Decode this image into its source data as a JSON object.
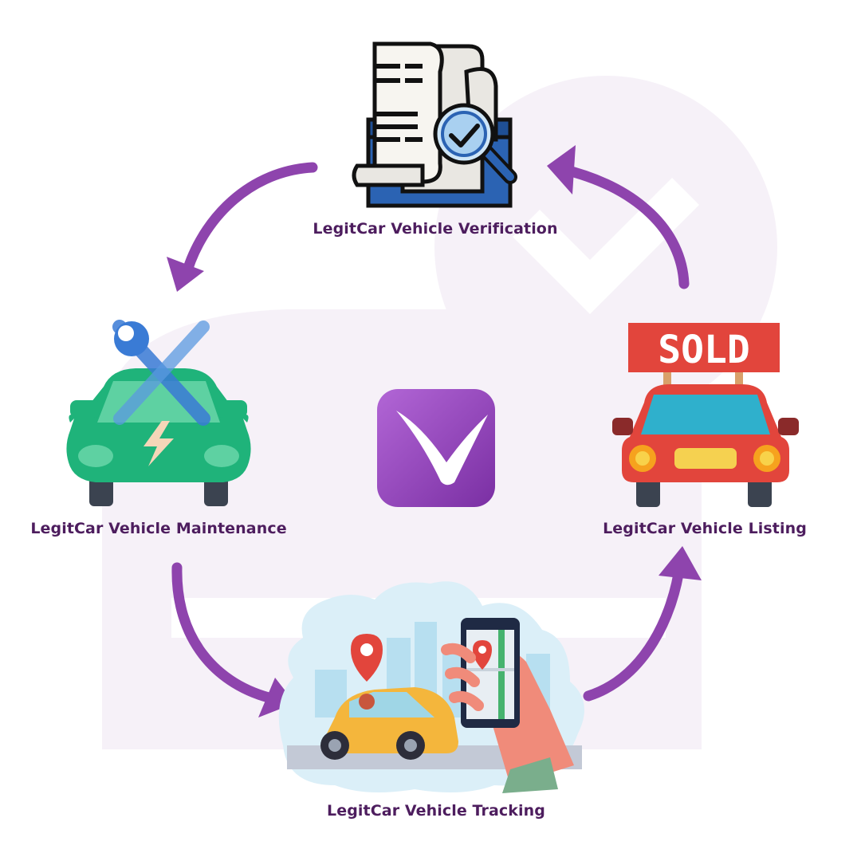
{
  "stages": {
    "verification": {
      "label": "LegitCar Vehicle Verification",
      "icon": "document-magnifier-check-icon"
    },
    "maintenance": {
      "label": "LegitCar Vehicle Maintenance",
      "icon": "car-wrench-icon"
    },
    "listing": {
      "label": "LegitCar Vehicle Listing",
      "icon": "car-sold-sign-icon"
    },
    "tracking": {
      "label": "LegitCar Vehicle Tracking",
      "icon": "phone-car-tracking-icon"
    }
  },
  "center": {
    "icon": "legitcar-check-logo-icon"
  },
  "sold_sign": {
    "text": "SOLD"
  },
  "colors": {
    "arrow": "#8e44ad",
    "label": "#4d1d5e",
    "watermark": "#f6f1f8",
    "logo_gradient": [
      "#b266d6",
      "#7a2fa3"
    ]
  }
}
